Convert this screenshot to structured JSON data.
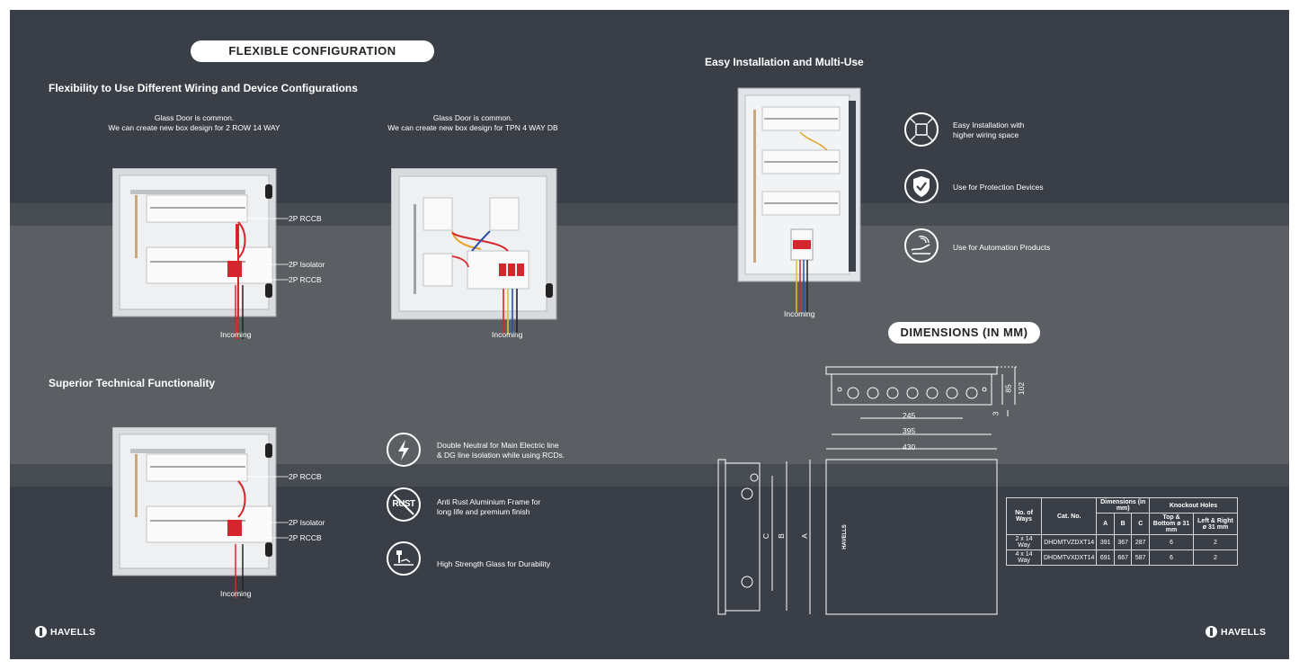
{
  "left": {
    "section_pill": "FLEXIBLE CONFIGURATION",
    "heading_flex": "Flexibility to Use Different Wiring and Device Configurations",
    "caption_a": {
      "line1": "Glass Door is common.",
      "line2": "We can create new box design for 2 ROW 14 WAY"
    },
    "caption_b": {
      "line1": "Glass Door is common.",
      "line2": "We can create new box design for TPN 4 WAY DB"
    },
    "box_a_labels": {
      "rccb_top": "2P RCCB",
      "isolator": "2P Isolator",
      "rccb_bottom": "2P RCCB",
      "incoming": "Incoming"
    },
    "box_b_labels": {
      "incoming": "Incoming"
    },
    "heading_tech": "Superior Technical Functionality",
    "box_c_labels": {
      "rccb_top": "2P RCCB",
      "isolator": "2P Isolator",
      "rccb_bottom": "2P RCCB",
      "incoming": "Incoming"
    },
    "features": [
      {
        "icon": "lightning-icon",
        "line1": "Double Neutral for Main Electric line",
        "line2": "& DG line Isolation while using RCDs."
      },
      {
        "icon": "rust-icon",
        "icon_text": "RUST",
        "line1": "Anti Rust Aluminium Frame for",
        "line2": "long life and premium finish"
      },
      {
        "icon": "glass-hammer-icon",
        "line1": "High Strength Glass for Durability",
        "line2": ""
      }
    ],
    "logo": "HAVELLS"
  },
  "right": {
    "heading_install": "Easy Installation and Multi-Use",
    "panel_label": "Incoming",
    "features": [
      {
        "icon": "expand-box-icon",
        "line1": "Easy Installation with",
        "line2": "higher wiring space"
      },
      {
        "icon": "shield-check-icon",
        "line1": "Use for Protection Devices",
        "line2": ""
      },
      {
        "icon": "automation-hand-icon",
        "line1": "Use for Automation Products",
        "line2": ""
      }
    ],
    "dim_pill": "DIMENSIONS (IN MM)",
    "drawing_labels": {
      "d85": "85",
      "d102": "102",
      "d3": "3",
      "d245": "245",
      "d395": "395",
      "d430": "430",
      "c": "C",
      "b": "B",
      "a": "A",
      "brand_on_door": "HAVELLS"
    },
    "table": {
      "h_ways": "No. of Ways",
      "h_cat": "Cat. No.",
      "h_dims": "Dimensions (in mm)",
      "h_knock": "Knockout Holes",
      "h_a": "A",
      "h_b": "B",
      "h_c": "C",
      "h_tb": "Top & Bottom ø 31 mm",
      "h_lr": "Left & Right ø 31 mm",
      "rows": [
        {
          "ways": "2 x 14 Way",
          "cat": "DHDMTVZDXT14",
          "a": "391",
          "b": "367",
          "c": "287",
          "tb": "6",
          "lr": "2"
        },
        {
          "ways": "4 x 14 Way",
          "cat": "DHDMTVXDXT14",
          "a": "691",
          "b": "667",
          "c": "587",
          "tb": "6",
          "lr": "2"
        }
      ]
    },
    "logo": "HAVELLS"
  },
  "colors": {
    "bg_dark": "#3a3f47",
    "bg_mid": "#5b5f64",
    "accent_red": "#d4262c"
  }
}
